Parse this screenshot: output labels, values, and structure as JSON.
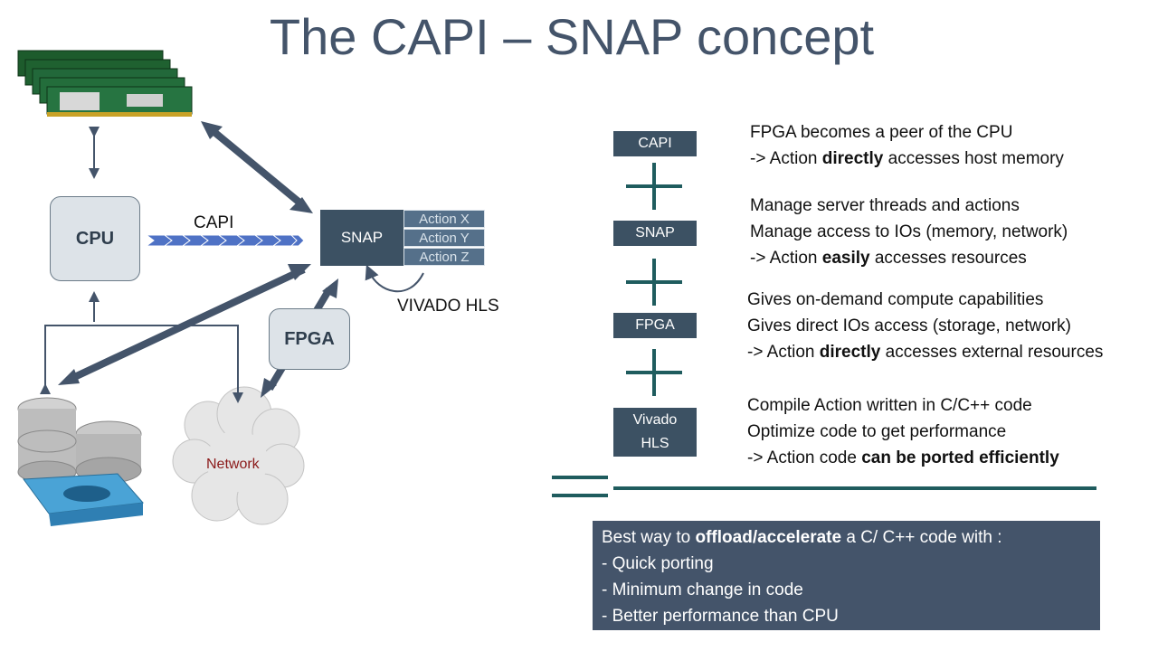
{
  "title": "The CAPI – SNAP concept",
  "diagram": {
    "cpu_label": "CPU",
    "capi_link_label": "CAPI",
    "snap_label": "SNAP",
    "actions": [
      "Action X",
      "Action Y",
      "Action Z"
    ],
    "vivado_label": "VIVADO HLS",
    "fpga_label": "FPGA",
    "network_label": "Network"
  },
  "stack": [
    {
      "tag": "CAPI",
      "lines": [
        [
          {
            "t": "FPGA becomes a peer of the CPU",
            "b": false
          }
        ],
        [
          {
            "t": "-> Action ",
            "b": false
          },
          {
            "t": "directly",
            "b": true
          },
          {
            "t": " accesses host memory",
            "b": false
          }
        ]
      ]
    },
    {
      "tag": "SNAP",
      "lines": [
        [
          {
            "t": "Manage server threads and actions",
            "b": false
          }
        ],
        [
          {
            "t": "Manage access to IOs (memory, network)",
            "b": false
          }
        ],
        [
          {
            "t": "-> Action ",
            "b": false
          },
          {
            "t": "easily",
            "b": true
          },
          {
            "t": " accesses resources",
            "b": false
          }
        ]
      ]
    },
    {
      "tag": "FPGA",
      "lines": [
        [
          {
            "t": "Gives on-demand compute capabilities",
            "b": false
          }
        ],
        [
          {
            "t": "Gives direct IOs access (storage, network)",
            "b": false
          }
        ],
        [
          {
            "t": "-> Action ",
            "b": false
          },
          {
            "t": "directly",
            "b": true
          },
          {
            "t": " accesses external resources",
            "b": false
          }
        ]
      ]
    },
    {
      "tag": "Vivado HLS",
      "lines": [
        [
          {
            "t": "Compile Action written in C/C++ code",
            "b": false
          }
        ],
        [
          {
            "t": "Optimize code to get performance",
            "b": false
          }
        ],
        [
          {
            "t": "-> Action code ",
            "b": false
          },
          {
            "t": "can be ported efficiently",
            "b": true
          }
        ]
      ]
    }
  ],
  "summary": {
    "heading": [
      {
        "t": "Best way to ",
        "b": false
      },
      {
        "t": "offload/accelerate",
        "b": true
      },
      {
        "t": " a C/ C++ code with :",
        "b": false
      }
    ],
    "items": [
      "- Quick porting",
      "- Minimum change in code",
      "- Better performance than CPU"
    ]
  },
  "colors": {
    "title": "#44546a",
    "dark_box": "#3c5163",
    "action_box": "#55708a",
    "plus": "#1f5c5e",
    "summary_bg": "#44546a"
  }
}
